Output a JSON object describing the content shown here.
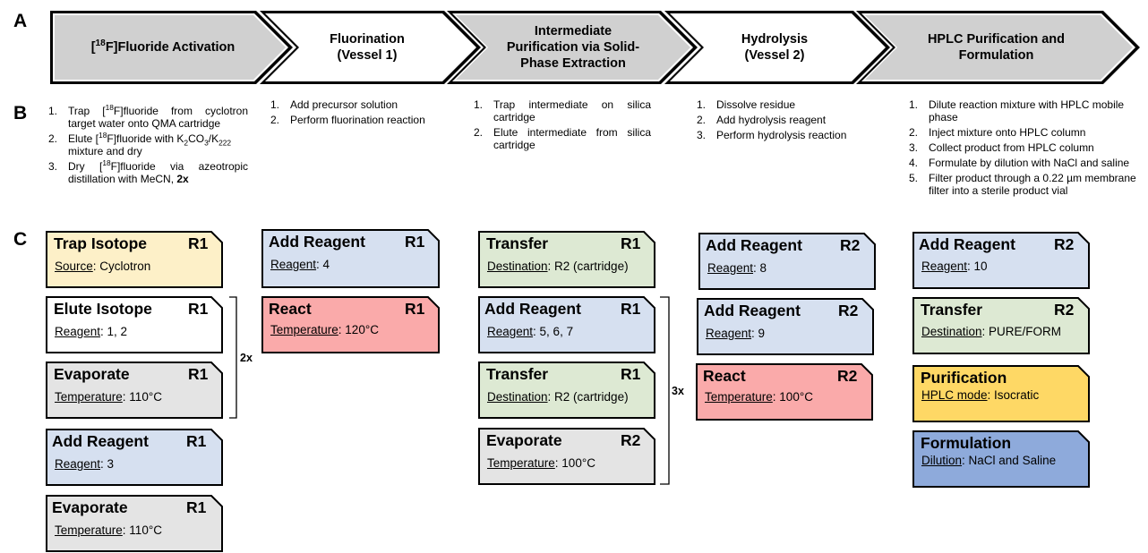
{
  "section_labels": {
    "a": "A",
    "b": "B",
    "c": "C"
  },
  "colors": {
    "chevron_gray": "#d0d0d0",
    "chevron_white": "#ffffff",
    "card_yellow": "#fdf0c8",
    "card_white": "#ffffff",
    "card_gray": "#e4e4e4",
    "card_blue": "#d6e0f0",
    "card_red": "#faaaaa",
    "card_green": "#dde9d3",
    "card_gold": "#fed865",
    "card_darkblue": "#8eaadb"
  },
  "stages": [
    {
      "label_pre": "[",
      "label_sup": "18",
      "label_post": "F]Fluoride Activation",
      "line2": "",
      "line3": ""
    },
    {
      "label_pre": "Fluorination",
      "label_sup": "",
      "label_post": "",
      "line2": "(Vessel 1)",
      "line3": ""
    },
    {
      "label_pre": "Intermediate",
      "label_sup": "",
      "label_post": "",
      "line2": "Purification via Solid-",
      "line3": "Phase Extraction"
    },
    {
      "label_pre": "Hydrolysis",
      "label_sup": "",
      "label_post": "",
      "line2": "(Vessel 2)",
      "line3": ""
    },
    {
      "label_pre": "HPLC Purification and",
      "label_sup": "",
      "label_post": "",
      "line2": "Formulation",
      "line3": ""
    }
  ],
  "steps": {
    "activation": [
      {
        "num": "1.",
        "a": "Trap [",
        "sup": "18",
        "b": "F]fluoride from cyclotron target water onto QMA cartridge"
      },
      {
        "num": "2.",
        "a": "Elute [",
        "sup": "18",
        "b": "F]fluoride with K",
        "sub1": "2",
        "c": "CO",
        "sub2": "3",
        "d": "/K",
        "sub3": "222",
        "e": " mixture and dry"
      },
      {
        "num": "3.",
        "a": "Dry [",
        "sup": "18",
        "b": "F]fluoride via azeotropic distillation with MeCN, ",
        "bold": "2x"
      }
    ],
    "fluorination": [
      {
        "num": "1.",
        "text": "Add precursor solution"
      },
      {
        "num": "2.",
        "text": "Perform fluorination reaction"
      }
    ],
    "spe": [
      {
        "num": "1.",
        "text": "Trap intermediate on silica cartridge"
      },
      {
        "num": "2.",
        "text": "Elute intermediate from silica cartridge"
      }
    ],
    "hydrolysis": [
      {
        "num": "1.",
        "text": "Dissolve residue"
      },
      {
        "num": "2.",
        "text": "Add hydrolysis reagent"
      },
      {
        "num": "3.",
        "text": "Perform hydrolysis reaction"
      }
    ],
    "hplc": [
      {
        "num": "1.",
        "text": "Dilute reaction mixture with HPLC mobile phase"
      },
      {
        "num": "2.",
        "text": "Inject mixture onto HPLC column"
      },
      {
        "num": "3.",
        "text": "Collect product from HPLC column"
      },
      {
        "num": "4.",
        "text": "Formulate by dilution with NaCl and saline"
      },
      {
        "num": "5.",
        "text": "Filter product through a 0.22 µm membrane filter into a sterile product vial"
      }
    ]
  },
  "cards": {
    "c1": [
      {
        "title": "Trap Isotope",
        "reactor": "R1",
        "key": "Source",
        "val": ": Cyclotron",
        "color": "#fdf0c8"
      },
      {
        "title": "Elute Isotope",
        "reactor": "R1",
        "key": "Reagent",
        "val": ": 1, 2",
        "color": "#ffffff"
      },
      {
        "title": "Evaporate",
        "reactor": "R1",
        "key": "Temperature",
        "val": ": 110°C",
        "color": "#e4e4e4"
      },
      {
        "title": "Add Reagent",
        "reactor": "R1",
        "key": "Reagent",
        "val": ": 3",
        "color": "#d6e0f0"
      },
      {
        "title": "Evaporate",
        "reactor": "R1",
        "key": "Temperature",
        "val": ": 110°C",
        "color": "#e4e4e4"
      }
    ],
    "c2": [
      {
        "title": "Add Reagent",
        "reactor": "R1",
        "key": "Reagent",
        "val": ": 4",
        "color": "#d6e0f0"
      },
      {
        "title": "React",
        "reactor": "R1",
        "key": "Temperature",
        "val": ": 120°C",
        "color": "#faaaaa"
      }
    ],
    "c3": [
      {
        "title": "Transfer",
        "reactor": "R1",
        "key": "Destination",
        "val": ": R2 (cartridge)",
        "color": "#dde9d3"
      },
      {
        "title": "Add Reagent",
        "reactor": "R1",
        "key": "Reagent",
        "val": ": 5, 6, 7",
        "color": "#d6e0f0"
      },
      {
        "title": "Transfer",
        "reactor": "R1",
        "key": "Destination",
        "val": ": R2 (cartridge)",
        "color": "#dde9d3"
      },
      {
        "title": "Evaporate",
        "reactor": "R2",
        "key": "Temperature",
        "val": ": 100°C",
        "color": "#e4e4e4"
      }
    ],
    "c4": [
      {
        "title": "Add Reagent",
        "reactor": "R2",
        "key": "Reagent",
        "val": ": 8",
        "color": "#d6e0f0"
      },
      {
        "title": "Add Reagent",
        "reactor": "R2",
        "key": "Reagent",
        "val": ": 9",
        "color": "#d6e0f0"
      },
      {
        "title": "React",
        "reactor": "R2",
        "key": "Temperature",
        "val": ": 100°C",
        "color": "#faaaaa"
      }
    ],
    "c5": [
      {
        "title": "Add Reagent",
        "reactor": "R2",
        "key": "Reagent",
        "val": ": 10",
        "color": "#d6e0f0"
      },
      {
        "title": "Transfer",
        "reactor": "R2",
        "key": "Destination",
        "val": ": PURE/FORM",
        "color": "#dde9d3"
      },
      {
        "title": "Purification",
        "reactor": "",
        "key": "HPLC mode",
        "val": ": Isocratic",
        "color": "#fed865"
      },
      {
        "title": "Formulation",
        "reactor": "",
        "key": "Dilution",
        "val": ": NaCl and Saline",
        "color": "#8eaadb"
      }
    ]
  },
  "repeats": {
    "activation": "2x",
    "spe": "3x"
  }
}
